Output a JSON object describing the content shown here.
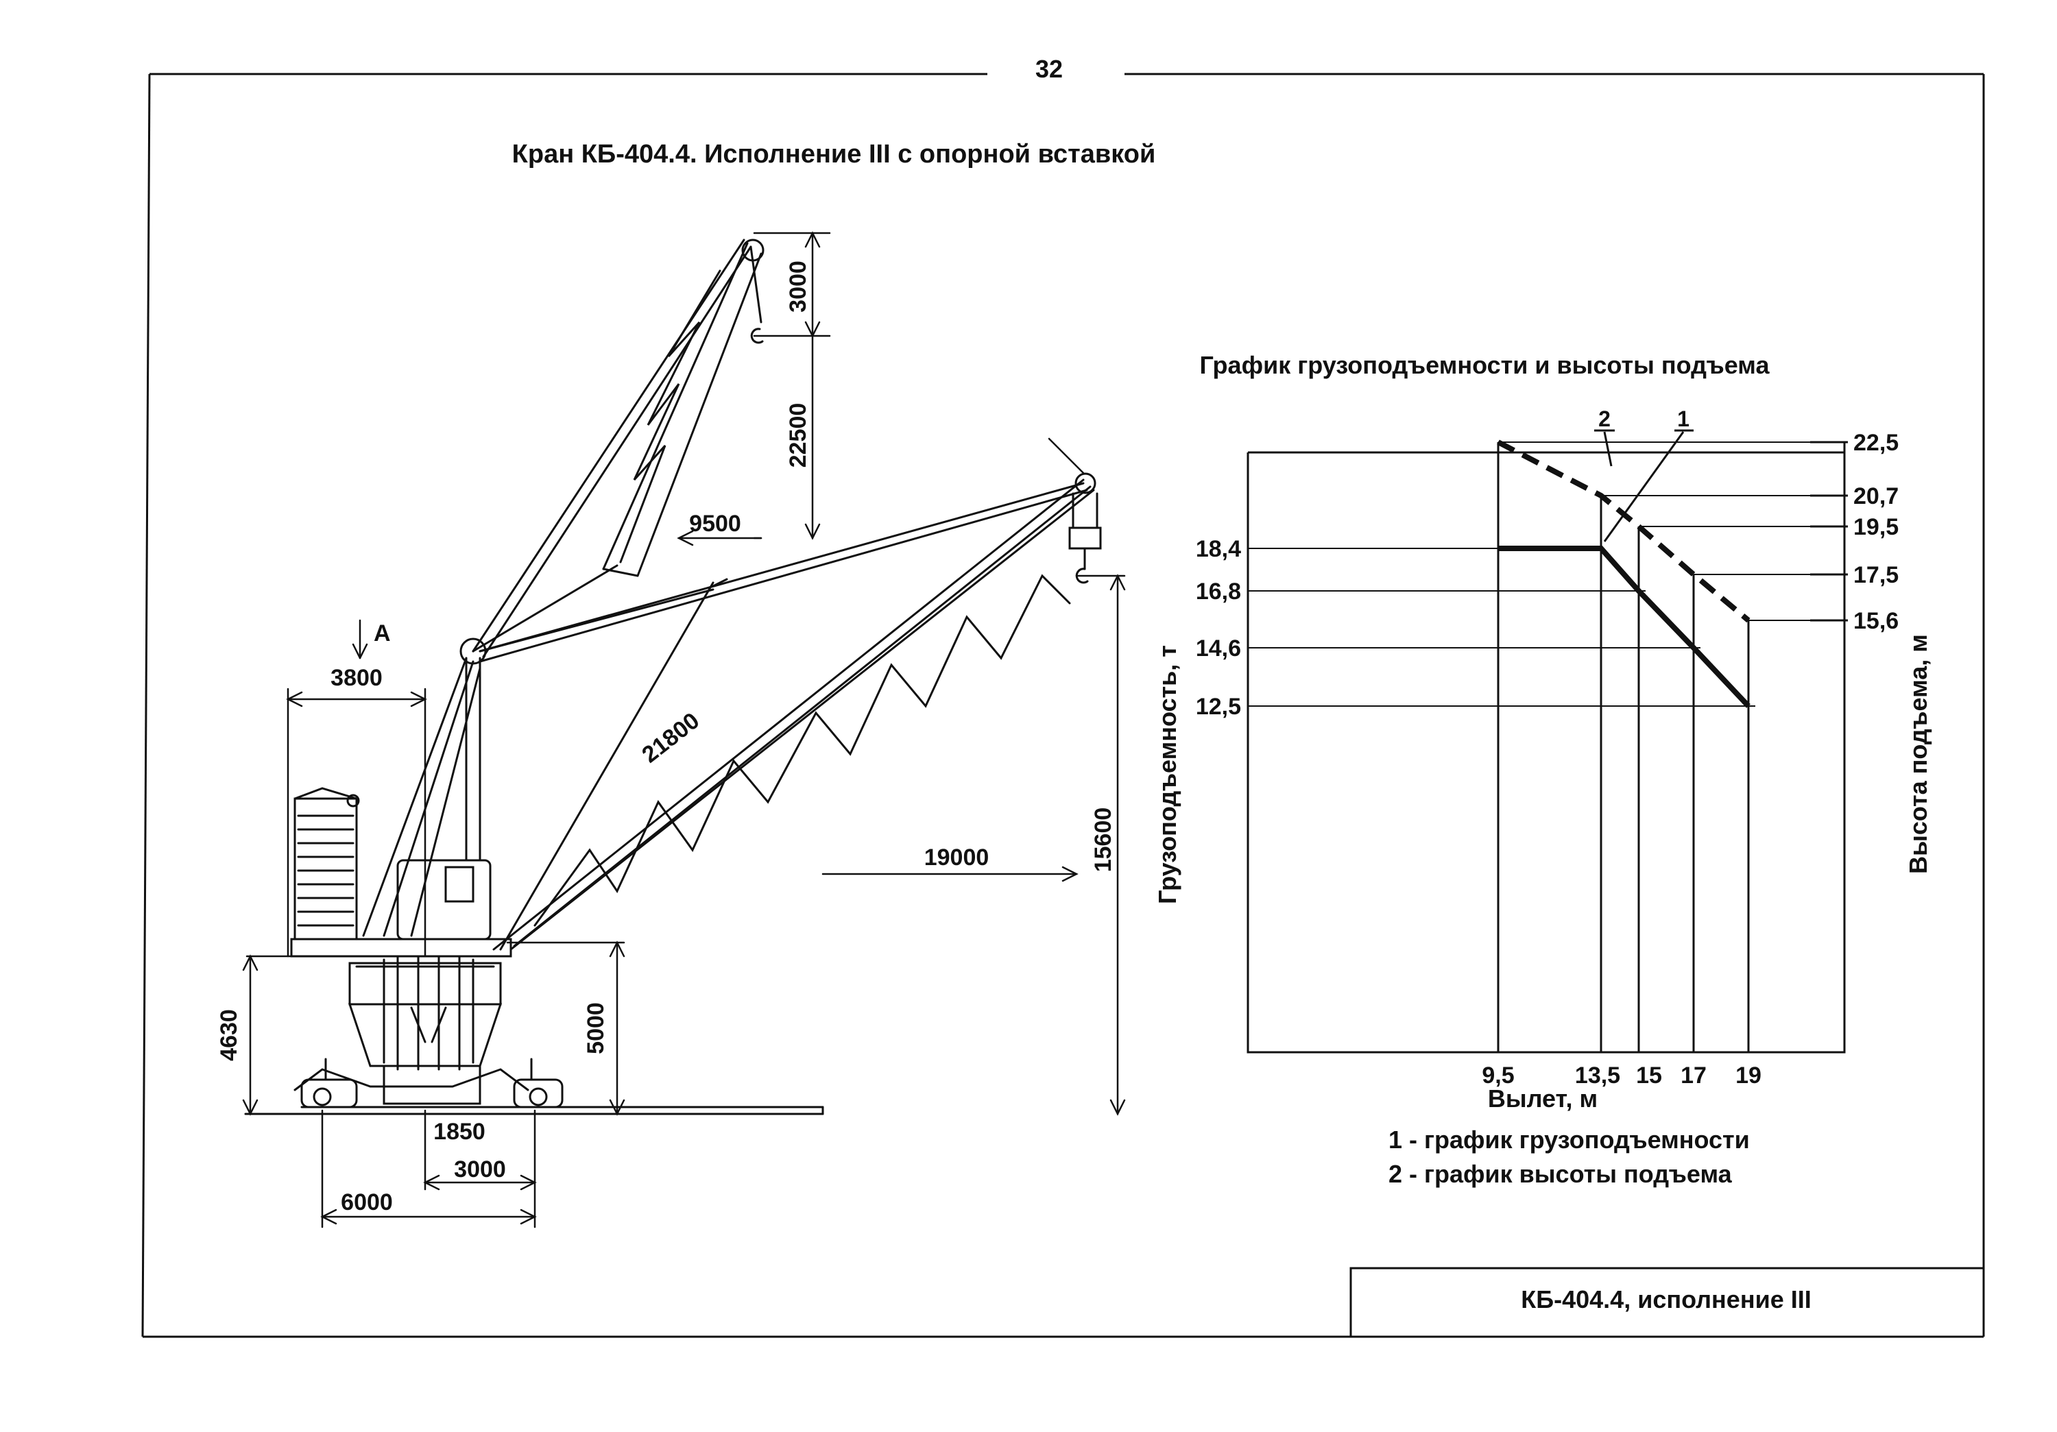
{
  "page_number": "32",
  "title": "Кран КБ-404.4. Исполнение III с опорной вставкой",
  "stamp_text": "КБ-404.4, исполнение III",
  "drawing": {
    "label_a": "А",
    "dimensions": {
      "d3000": "3000",
      "d22500": "22500",
      "d9500": "9500",
      "d3800": "3800",
      "d21800": "21800",
      "d19000": "19000",
      "d15600": "15600",
      "d4630": "4630",
      "d5000": "5000",
      "d1850": "1850",
      "d3000b": "3000",
      "d6000": "6000"
    }
  },
  "graph": {
    "title": "График грузоподъемности и высоты подъема",
    "curve_label_1": "1",
    "curve_label_2": "2",
    "legend_1": "1 - график грузоподъемности",
    "legend_2": "2 - график высоты подъема"
  },
  "chart_data": {
    "type": "line",
    "title": "График грузоподъемности и высоты подъема",
    "xlabel": "Вылет, м",
    "ylabel_left": "Грузоподъемность, т",
    "ylabel_right": "Высота подъема, м",
    "x_ticks": [
      "9,5",
      "13,5",
      "15",
      "17",
      "19"
    ],
    "y_left_ticks": [
      "18,4",
      "16,8",
      "14,6",
      "12,5"
    ],
    "y_right_ticks": [
      "22,5",
      "20,7",
      "19,5",
      "17,5",
      "15,6"
    ],
    "series": [
      {
        "name": "1",
        "style": "solid",
        "axis": "left",
        "x": [
          9.5,
          13.5,
          15,
          17,
          19
        ],
        "y": [
          18.4,
          18.4,
          16.8,
          14.6,
          12.5
        ]
      },
      {
        "name": "2",
        "style": "dashed",
        "axis": "right",
        "x": [
          9.5,
          13.5,
          15,
          17,
          19
        ],
        "y": [
          22.5,
          20.7,
          19.5,
          17.5,
          15.6
        ]
      }
    ],
    "grid": true
  }
}
